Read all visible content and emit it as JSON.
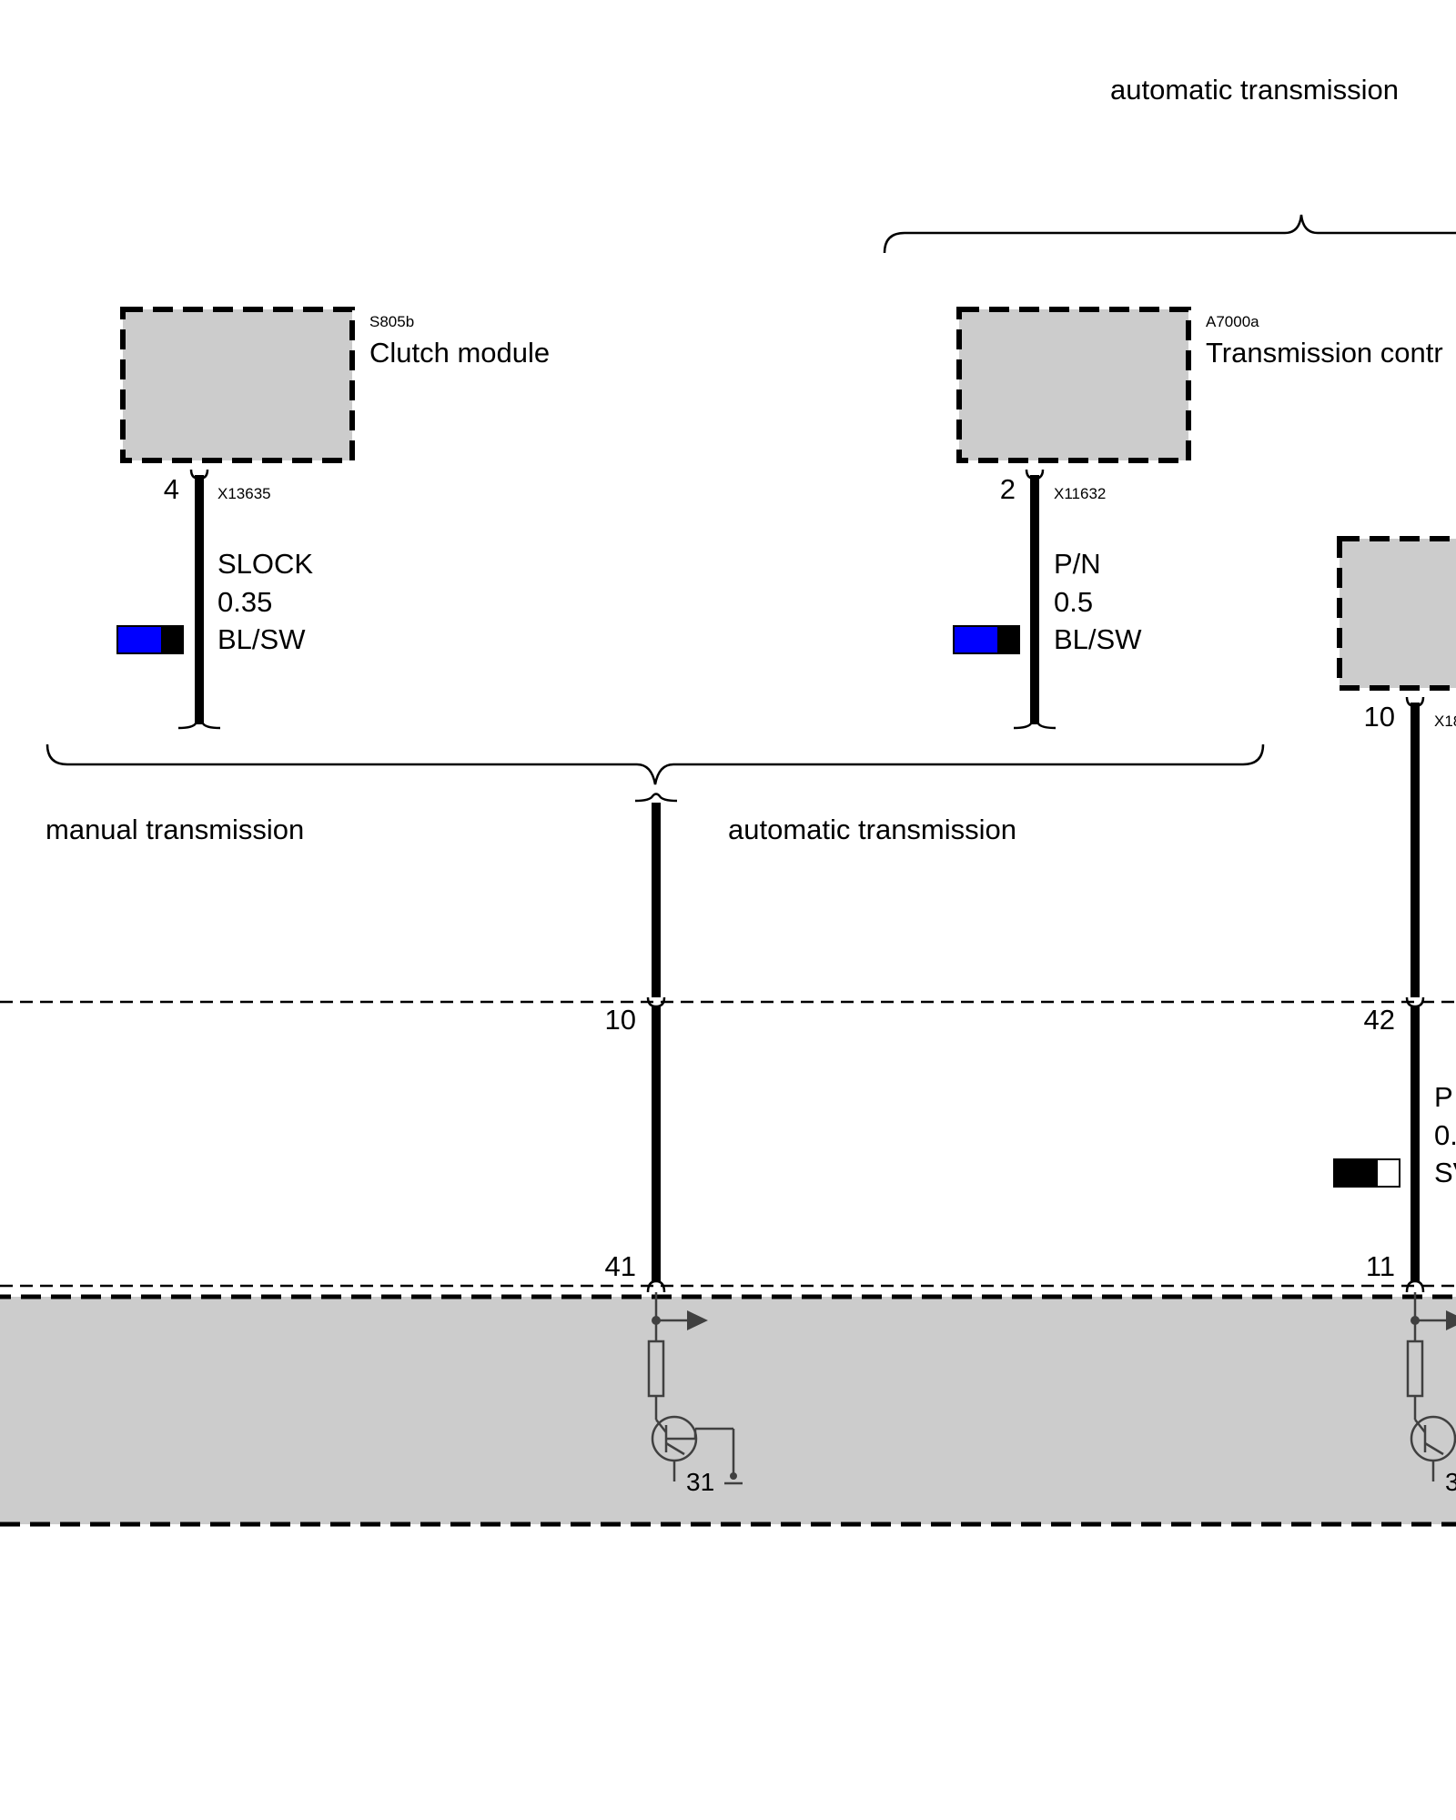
{
  "variants": {
    "manual_label": "manual transmission",
    "automatic_label_lower": "automatic transmission",
    "automatic_label_upper": "automatic transmission"
  },
  "components": [
    {
      "id": "S805b",
      "name": "Clutch module"
    },
    {
      "id": "A7000a",
      "name": "Transmission contr"
    }
  ],
  "wires": [
    {
      "pin": "4",
      "connector": "X13635",
      "signal": "SLOCK",
      "size": "0.35",
      "color_code": "BL/SW",
      "colors": [
        "#0000ff",
        "#000000"
      ]
    },
    {
      "pin": "2",
      "connector": "X11632",
      "signal": "P/N",
      "size": "0.5",
      "color_code": "BL/SW",
      "colors": [
        "#0000ff",
        "#000000"
      ]
    },
    {
      "pin": "10",
      "connector": "X18"
    },
    {
      "pin": "42",
      "signal": "P",
      "size": "0.",
      "color_code": "SV",
      "colors": [
        "#000000",
        "#ffffff"
      ]
    }
  ],
  "separator_pins": {
    "left": "10",
    "right": "42"
  },
  "ecu_pins": {
    "left": "41",
    "right": "11"
  },
  "ground_left": "31",
  "ground_right": "3"
}
